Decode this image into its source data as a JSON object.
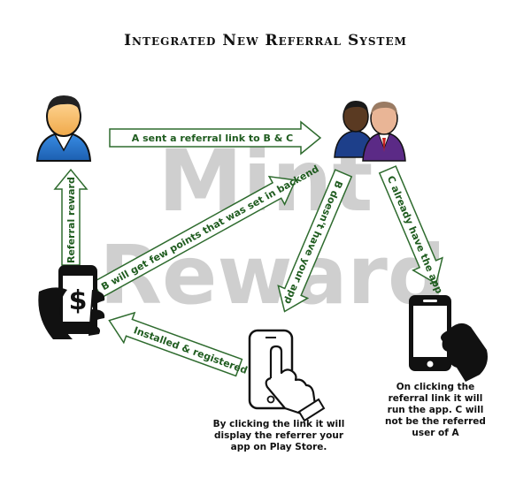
{
  "title": "Integrated New Referral System",
  "watermark": {
    "line1": "Mint",
    "line2": "Reward",
    "color": "#d3d3d3"
  },
  "arrows": {
    "a_to_bc": "A sent a referral link to B & C",
    "referral_reward": "Referral reward",
    "b_points": "B will get few points that was set in backend",
    "b_no_app": "B doesn't have your app",
    "c_has_app": "C already have the app",
    "installed": "Installed & registered"
  },
  "captions": {
    "play_store": "By clicking the link it will display the referrer your app on Play Store.",
    "run_app": "On clicking the referral link it will run the app. C will not be the referred user of A"
  },
  "colors": {
    "arrow_fill": "#ffffff",
    "arrow_stroke": "#2e6b2e",
    "label": "#1f5c1f"
  }
}
